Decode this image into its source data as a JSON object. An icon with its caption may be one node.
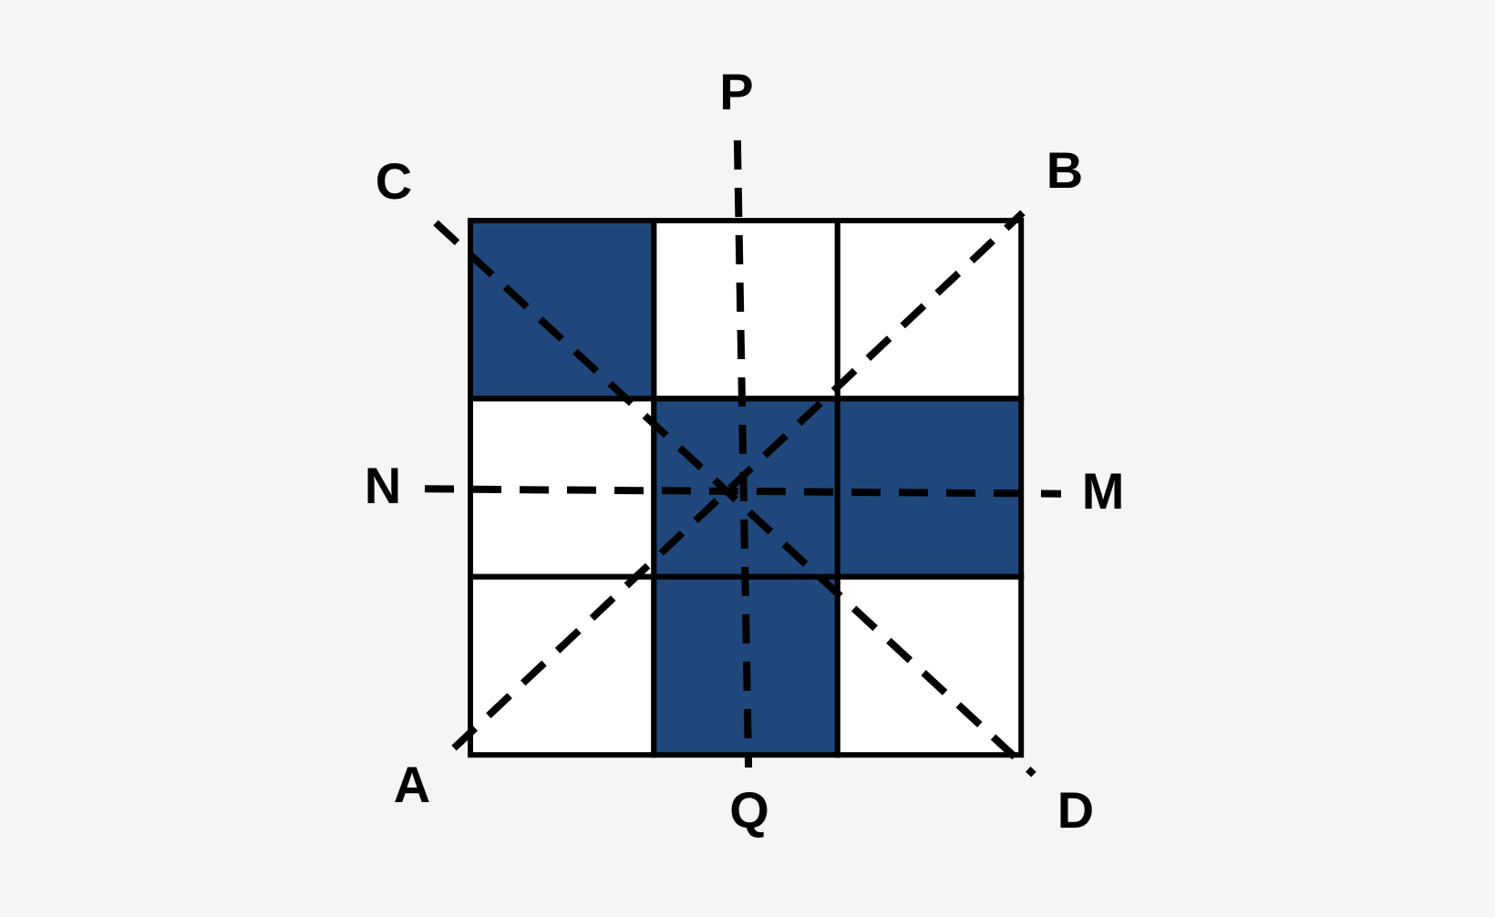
{
  "diagram": {
    "nodes": [
      {
        "text": [
          "C"
        ]
      },
      {
        "text": [
          "P"
        ]
      },
      {
        "text": [
          "B"
        ]
      },
      {
        "text": [
          "N"
        ]
      },
      {
        "text": [
          "M"
        ]
      },
      {
        "text": [
          "A"
        ]
      },
      {
        "text": [
          "Q"
        ]
      },
      {
        "text": [
          "D"
        ]
      }
    ],
    "edges": [
      {
        "from": 0,
        "to": 7,
        "arrow": "none",
        "style": "dashed"
      },
      {
        "from": 5,
        "to": 2,
        "arrow": "none",
        "style": "dashed"
      },
      {
        "from": 1,
        "to": 6,
        "arrow": "none",
        "style": "dashed"
      },
      {
        "from": 3,
        "to": 4,
        "arrow": "none",
        "style": "dashed"
      }
    ]
  }
}
